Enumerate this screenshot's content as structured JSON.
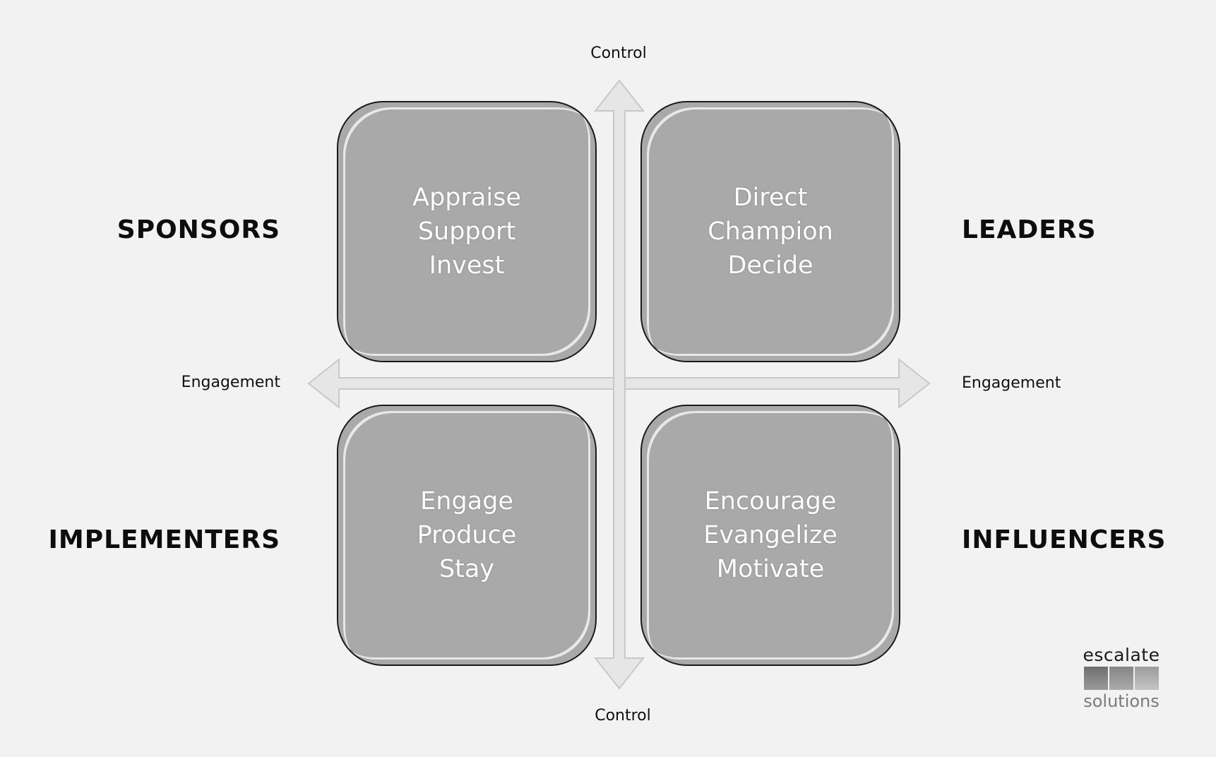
{
  "axes": {
    "top": "Control",
    "bottom": "Control",
    "left": "Engagement",
    "right": "Engagement"
  },
  "roles": {
    "top_left": "SPONSORS",
    "top_right": "LEADERS",
    "bottom_left": "IMPLEMENTERS",
    "bottom_right": "INFLUENCERS"
  },
  "quadrants": {
    "top_left": [
      "Appraise",
      "Support",
      "Invest"
    ],
    "top_right": [
      "Direct",
      "Champion",
      "Decide"
    ],
    "bottom_left": [
      "Engage",
      "Produce",
      "Stay"
    ],
    "bottom_right": [
      "Encourage",
      "Evangelize",
      "Motivate"
    ]
  },
  "logo": {
    "top": "escalate",
    "bottom": "solutions"
  },
  "colors": {
    "background": "#f2f2f2",
    "box_fill": "#a9a9a9",
    "arrow_fill": "#e6e6e6",
    "arrow_stroke": "#c8c8c8"
  }
}
